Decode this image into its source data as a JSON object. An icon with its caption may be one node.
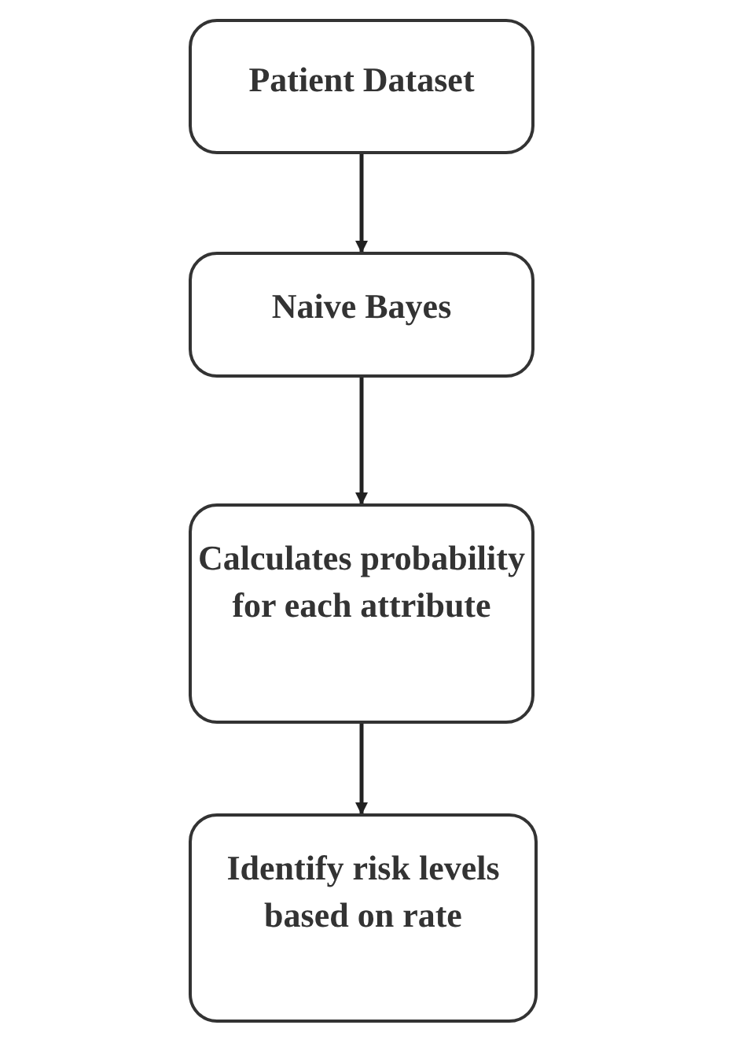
{
  "diagram": {
    "nodes": [
      {
        "text": [
          "Patient Dataset"
        ]
      },
      {
        "text": [
          "Naive Bayes"
        ]
      },
      {
        "text": [
          "Calculates probability for each attribute"
        ]
      },
      {
        "text": [
          "Identify risk levels based on rate"
        ]
      }
    ],
    "edges": [
      {
        "from": 0,
        "to": 1,
        "arrow": "to"
      },
      {
        "from": 1,
        "to": 2,
        "arrow": "to"
      },
      {
        "from": 2,
        "to": 3,
        "arrow": "to"
      }
    ]
  }
}
